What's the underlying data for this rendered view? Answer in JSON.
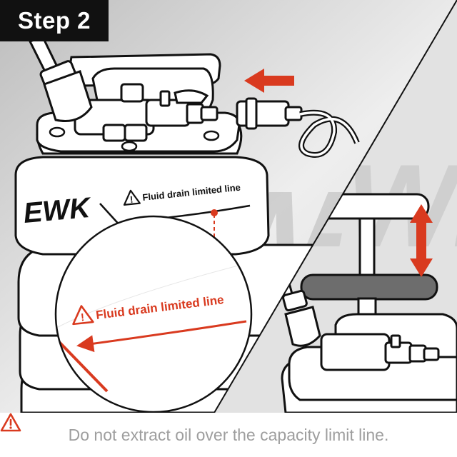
{
  "step": {
    "label": "Step 2"
  },
  "brand": {
    "logo_text": "EWK",
    "watermark_text": "EWK"
  },
  "tank": {
    "fill_line_label": "Fluid drain limited line"
  },
  "magnifier": {
    "fill_line_label": "Fluid drain limited line"
  },
  "caption": {
    "text": "Do not extract oil over the capacity limit line.",
    "icon": "warning-triangle-icon"
  },
  "colors": {
    "accent_red": "#d93a1f",
    "label_dark": "#111111",
    "caption_gray": "#9e9e9e",
    "background_gray": "#e4e4e4"
  }
}
